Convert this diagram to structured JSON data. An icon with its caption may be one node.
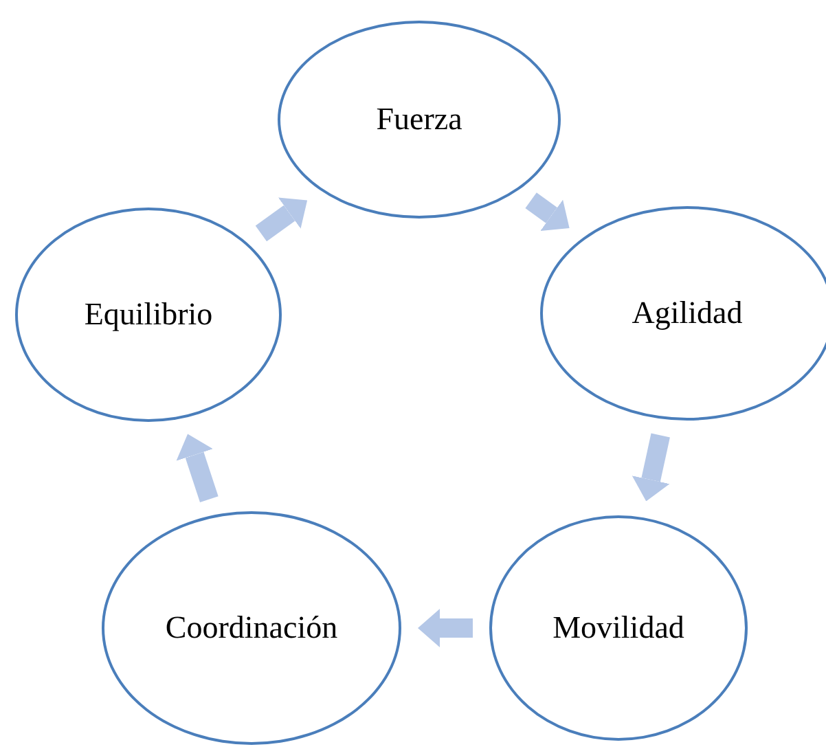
{
  "diagram": {
    "nodes": [
      {
        "text": [
          "Fuerza"
        ]
      },
      {
        "text": [
          "Agilidad"
        ]
      },
      {
        "text": [
          "Movilidad"
        ]
      },
      {
        "text": [
          "Coordinación"
        ]
      },
      {
        "text": [
          "Equilibrio"
        ]
      }
    ],
    "edges": [
      {
        "from": 0,
        "to": 1,
        "arrow": "to"
      },
      {
        "from": 1,
        "to": 2,
        "arrow": "to"
      },
      {
        "from": 2,
        "to": 3,
        "arrow": "to"
      },
      {
        "from": 3,
        "to": 4,
        "arrow": "to"
      },
      {
        "from": 4,
        "to": 0,
        "arrow": "to"
      }
    ]
  }
}
